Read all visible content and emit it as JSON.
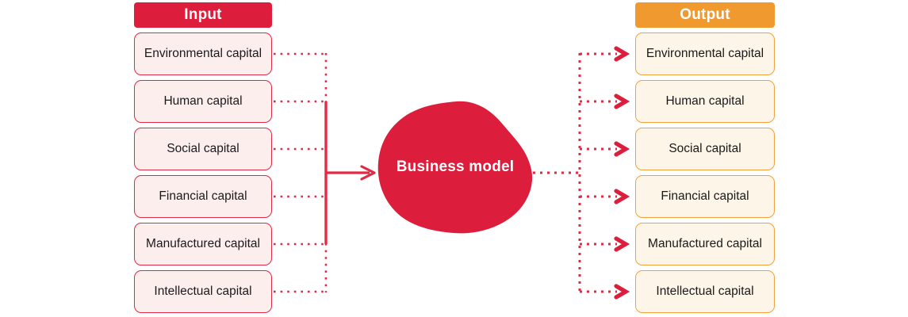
{
  "colors": {
    "red": "#DC1E3C",
    "red_border": "#E02A46",
    "red_line": "#E02A46",
    "orange": "#F0992E",
    "orange_border": "#F2A13C",
    "input_fill": "#FDEEEE",
    "output_fill": "#FDF5E8",
    "header_text": "#FFFFFF",
    "box_text": "#1A1A1A",
    "background": "#FFFFFF"
  },
  "input": {
    "header": "Input",
    "items": [
      {
        "label": "Environmental capital"
      },
      {
        "label": "Human capital"
      },
      {
        "label": "Social capital"
      },
      {
        "label": "Financial capital"
      },
      {
        "label": "Manufactured capital"
      },
      {
        "label": "Intellectual capital"
      }
    ]
  },
  "output": {
    "header": "Output",
    "items": [
      {
        "label": "Environmental capital"
      },
      {
        "label": "Human capital"
      },
      {
        "label": "Social capital"
      },
      {
        "label": "Financial capital"
      },
      {
        "label": "Manufactured capital"
      },
      {
        "label": "Intellectual capital"
      }
    ]
  },
  "center": {
    "label": "Business model",
    "shape": "blob"
  },
  "connectors": {
    "input_to_center": "dotted-bus-solid-arrow",
    "center_to_output": "dotted-bus-chevron-arrows",
    "arrowhead_icon": "chevron-right-icon"
  }
}
